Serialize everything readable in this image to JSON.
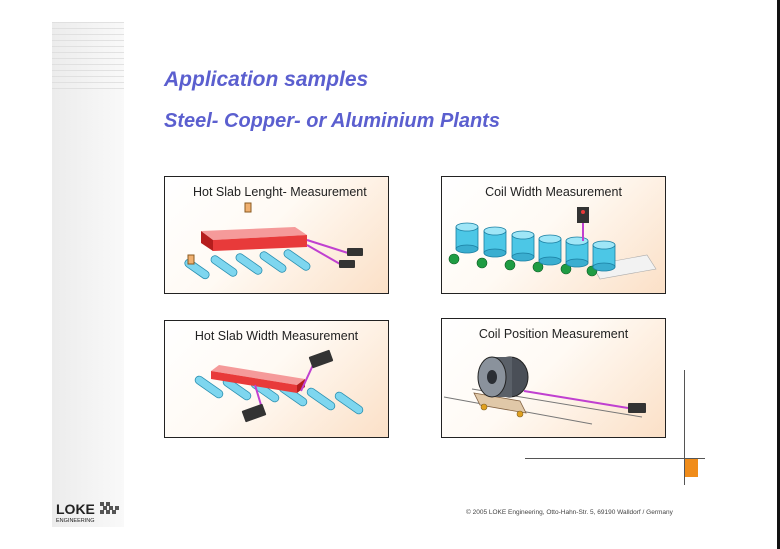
{
  "slide": {
    "title": "Application samples",
    "subtitle": "Steel- Copper- or Aluminium Plants",
    "footer": "© 2005 LOKE Engineering, Otto-Hahn-Str. 5, 69190 Walldorf / Germany",
    "logo_text": "LOKE",
    "logo_subtext": "ENGINEERING"
  },
  "panels": [
    {
      "title": "Hot Slab Lenght- Measurement"
    },
    {
      "title": "Coil Width Measurement"
    },
    {
      "title": "Hot Slab Width Measurement"
    },
    {
      "title": "Coil Position Measurement"
    }
  ],
  "colors": {
    "title": "#5b5fcf",
    "accent": "#f08c1a",
    "slab": "#e83a3a",
    "coil": "#4cc7e6",
    "beam": "#c040d0"
  }
}
